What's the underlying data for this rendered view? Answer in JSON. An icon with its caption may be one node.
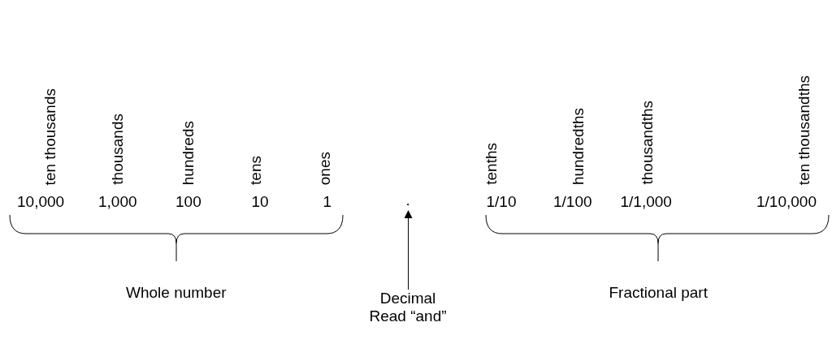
{
  "diagram": {
    "nodes": [
      {
        "text": [
          "."
        ]
      },
      {
        "text": [
          "Decimal",
          "Read “and”"
        ]
      }
    ],
    "edges": [
      {
        "from": 1,
        "to": 0,
        "arrow": "to"
      }
    ],
    "labels": [
      "ten thousands",
      "thousands",
      "hundreds",
      "tens",
      "ones",
      "tenths",
      "hundredths",
      "thousandths",
      "ten thousandths",
      "10,000",
      "1,000",
      "100",
      "10",
      "1",
      "1/10",
      "1/100",
      "1/1,000",
      "1/10,000",
      "Whole number",
      "Fractional part"
    ]
  }
}
